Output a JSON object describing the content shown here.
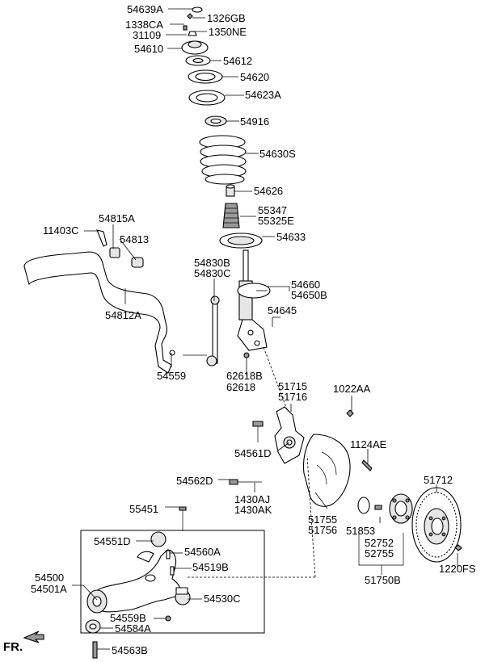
{
  "labels": {
    "l54639A": "54639A",
    "l1326GB": "1326GB",
    "l1338CA": "1338CA",
    "l31109": "31109",
    "l1350NE": "1350NE",
    "l54610": "54610",
    "l54612": "54612",
    "l54620": "54620",
    "l54623A": "54623A",
    "l54916": "54916",
    "l54630S": "54630S",
    "l54626": "54626",
    "l55347": "55347",
    "l55325E": "55325E",
    "l54633": "54633",
    "l11403C": "11403C",
    "l54815A": "54815A",
    "l54813": "54813",
    "l54830B": "54830B",
    "l54830C": "54830C",
    "l54660": "54660",
    "l54650B": "54650B",
    "l54812A": "54812A",
    "l54645": "54645",
    "l54559": "54559",
    "l62618B": "62618B",
    "l62618": "62618",
    "l51715": "51715",
    "l51716": "51716",
    "l1022AA": "1022AA",
    "l54561D": "54561D",
    "l1124AE": "1124AE",
    "l54562D": "54562D",
    "l1430AJ": "1430AJ",
    "l1430AK": "1430AK",
    "l51712": "51712",
    "l55451": "55451",
    "l51755": "51755",
    "l51756": "51756",
    "l51853": "51853",
    "l54551D": "54551D",
    "l54560A": "54560A",
    "l52752": "52752",
    "l52755": "52755",
    "l54500": "54500",
    "l54501A": "54501A",
    "l54519B": "54519B",
    "l1220FS": "1220FS",
    "l51750B": "51750B",
    "l54530C": "54530C",
    "l54559B": "54559B",
    "l54584A": "54584A",
    "l54563B": "54563B",
    "fr": "FR."
  }
}
